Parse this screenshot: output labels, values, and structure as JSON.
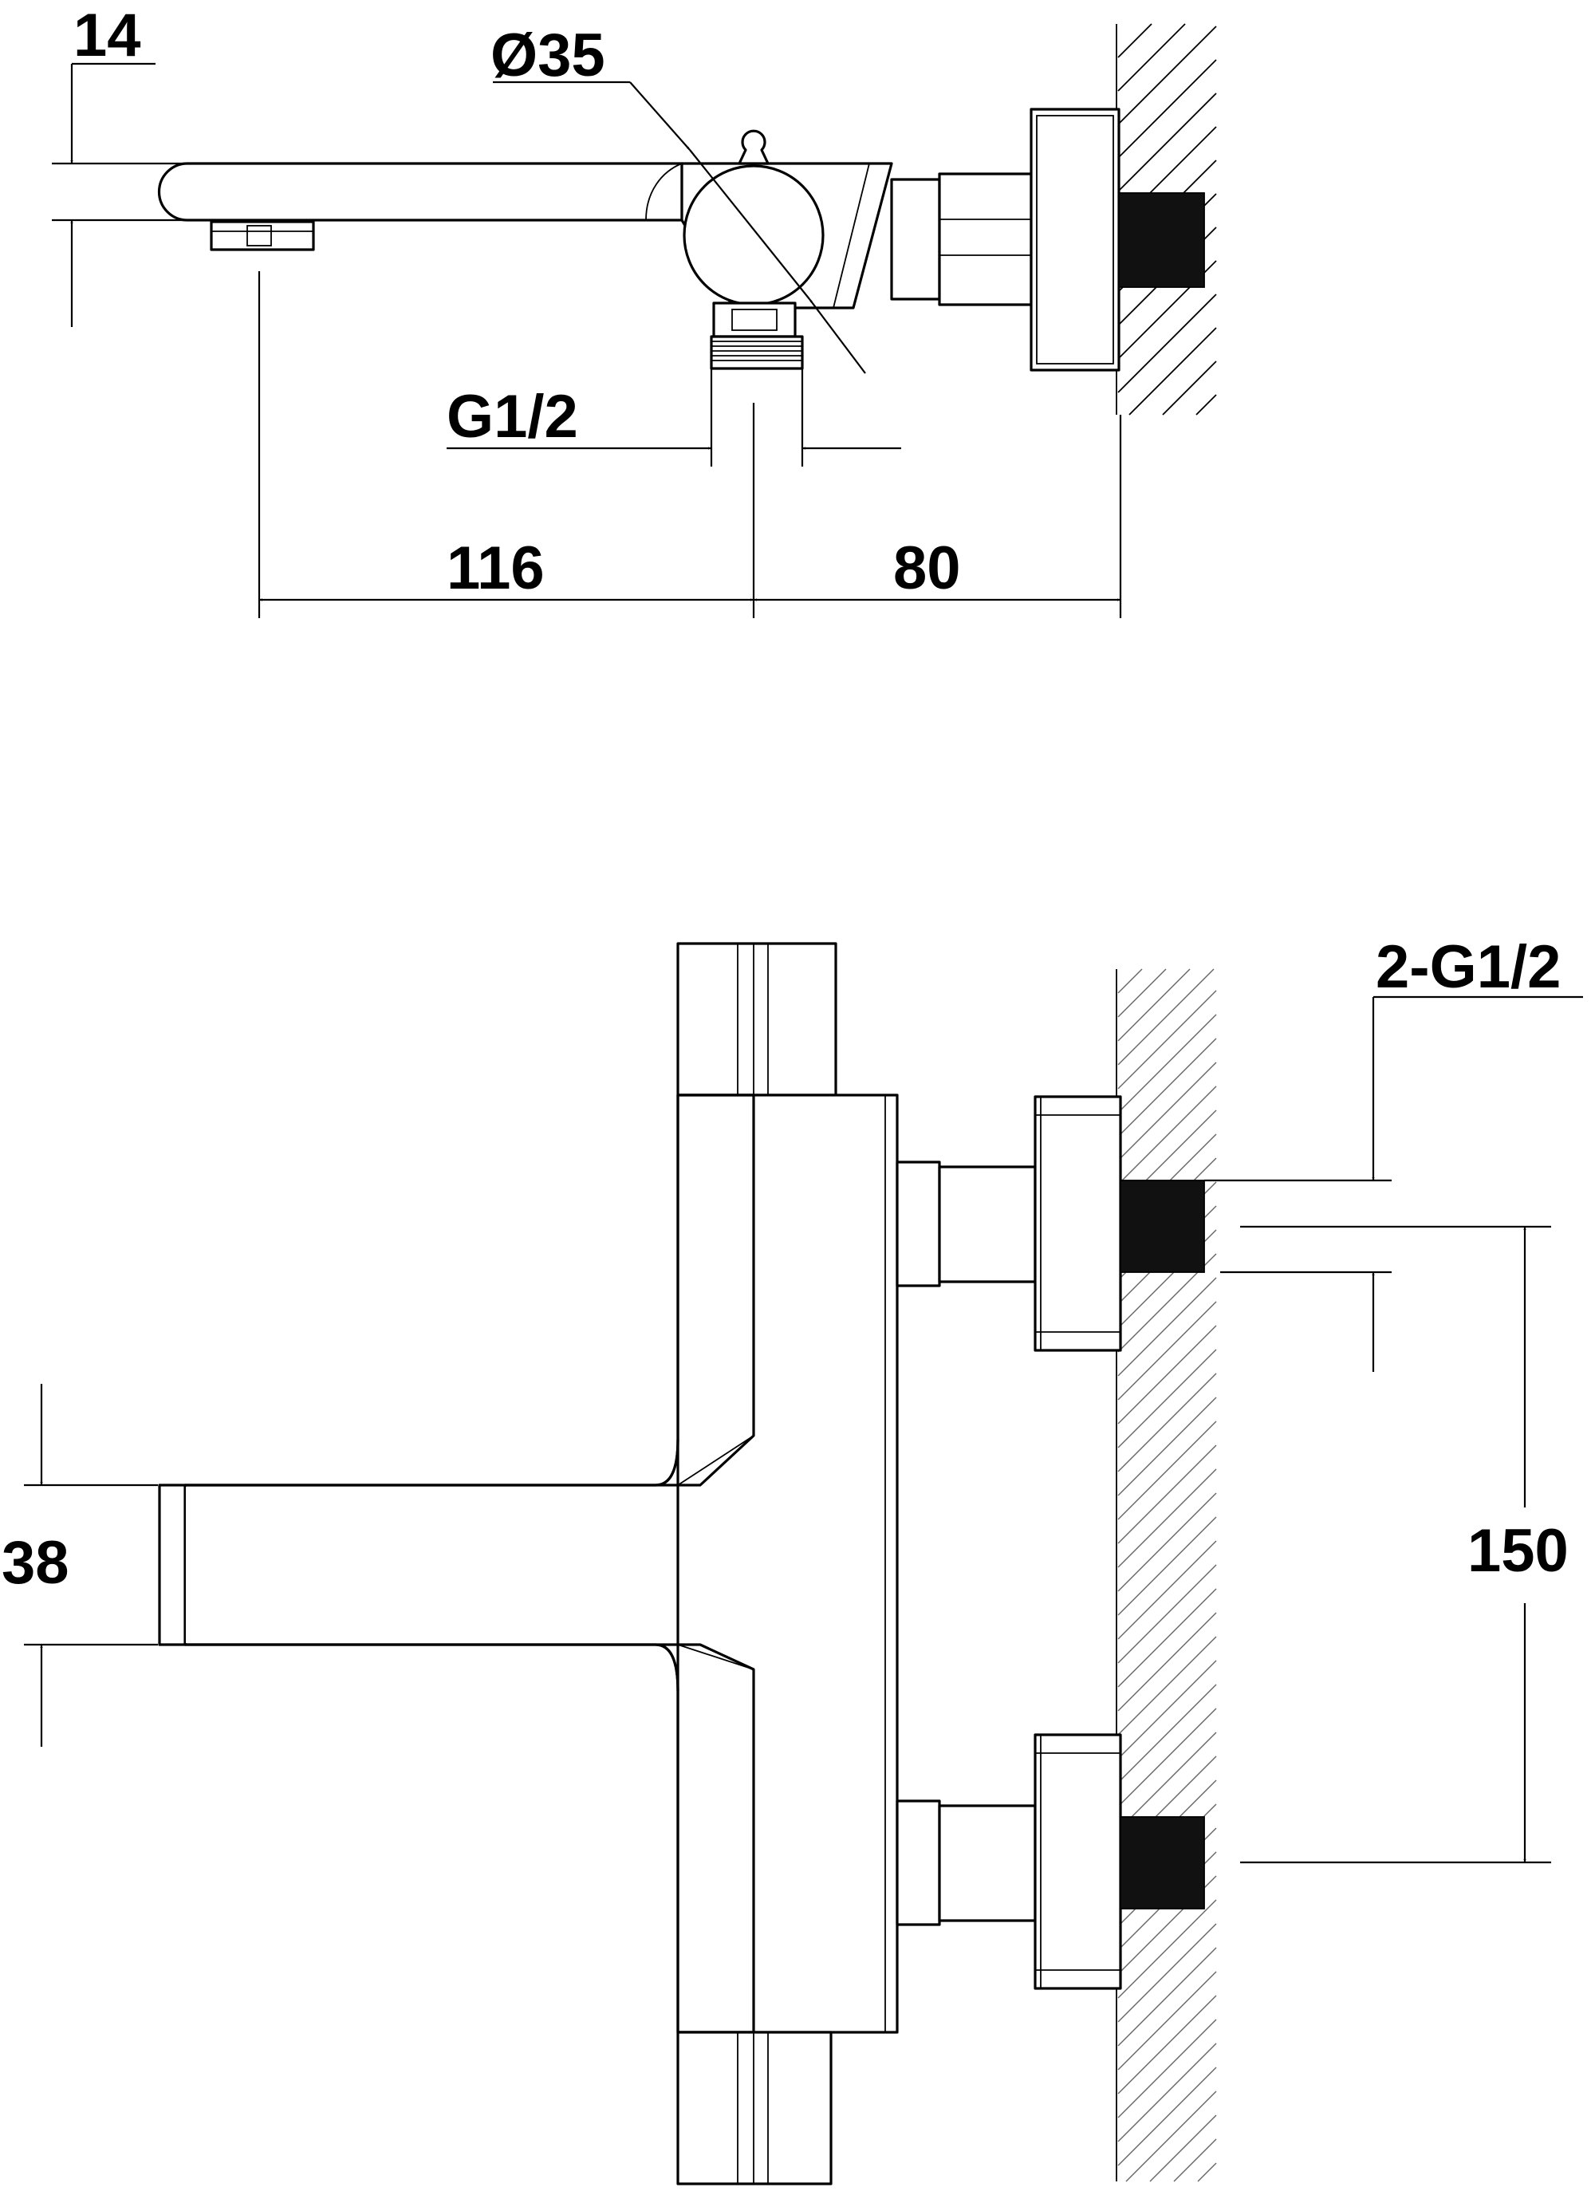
{
  "top_view": {
    "dim_spout_height": "14",
    "dim_body_diameter": "Ø35",
    "dim_outlet_thread": "G1/2",
    "dim_spout_to_outlet": "116",
    "dim_outlet_to_wall": "80"
  },
  "front_view": {
    "dim_inlet_thread": "2-G1/2",
    "dim_spout_width": "38",
    "dim_inlet_spacing": "150"
  },
  "colors": {
    "line": "#000000",
    "background": "#ffffff"
  }
}
